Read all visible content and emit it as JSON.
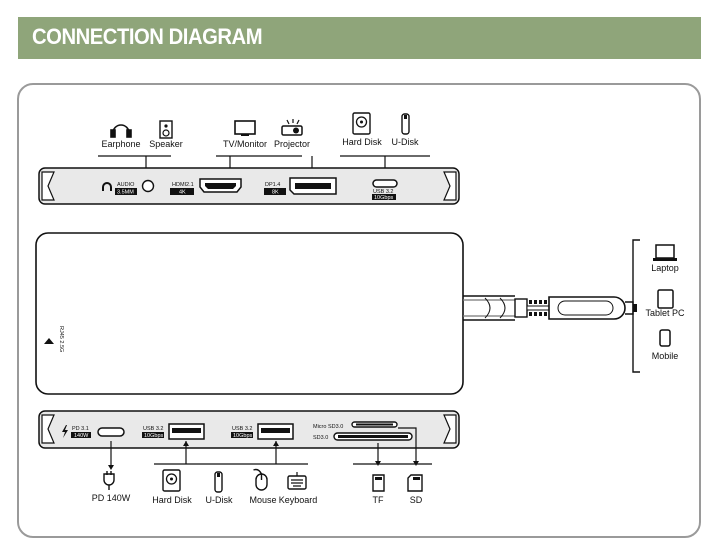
{
  "title": "CONNECTION DIAGRAM",
  "top_devices": {
    "earphone": "Earphone",
    "speaker": "Speaker",
    "tv_monitor": "TV/Monitor",
    "projector": "Projector",
    "hard_disk": "Hard Disk",
    "u_disk": "U-Disk"
  },
  "top_ports": {
    "audio_line1": "AUDIO",
    "audio_line2": "3.5MM",
    "hdmi_line1": "HDMI2.1",
    "hdmi_line2": "4K",
    "dp_line1": "DP1.4",
    "dp_line2": "8K",
    "usbc_line1": "USB 3.2",
    "usbc_line2": "10Gbps"
  },
  "side_label": "RJ45 2.5G",
  "right_devices": {
    "laptop": "Laptop",
    "tablet": "Tablet PC",
    "mobile": "Mobile"
  },
  "bottom_ports": {
    "pd_line1": "PD 3.1",
    "pd_line2": "140W",
    "usb1_line1": "USB 3.2",
    "usb1_line2": "10Gbps",
    "usb2_line1": "USB 3.2",
    "usb2_line2": "10Gbps",
    "micro_sd": "Micro SD3.0",
    "sd": "SD3.0"
  },
  "bottom_devices": {
    "pd": "PD 140W",
    "hard_disk": "Hard Disk",
    "u_disk": "U-Disk",
    "mouse": "Mouse",
    "keyboard": "Keyboard",
    "tf": "TF",
    "sd": "SD"
  },
  "colors": {
    "title_bg": "#8fa57a",
    "panel_border": "#9a9a9a",
    "hub_fill": "#e9e9e9",
    "port_fill": "#111111"
  }
}
